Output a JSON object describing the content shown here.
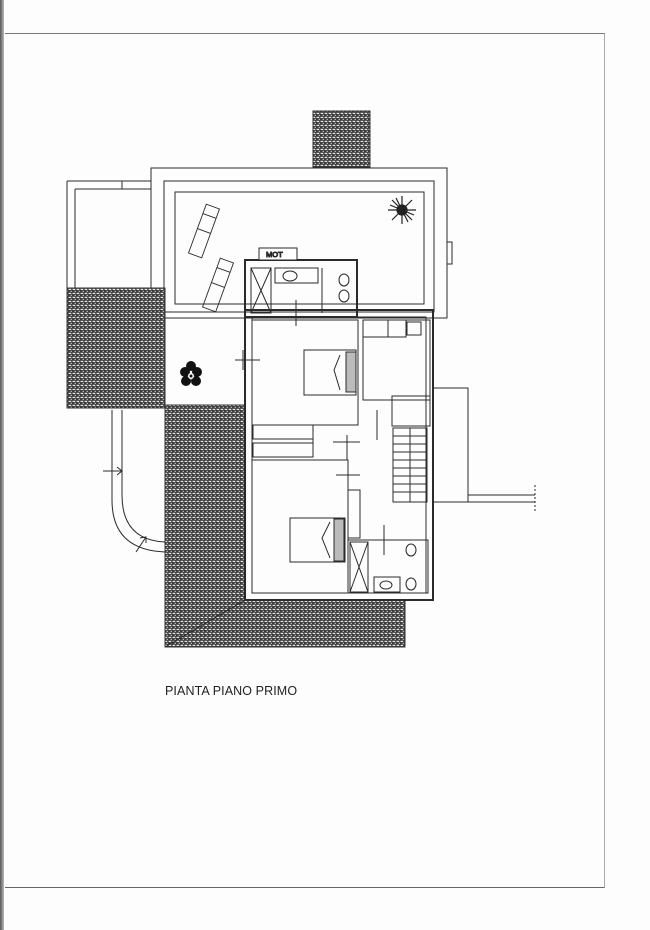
{
  "drawing": {
    "title": "PIANTA PIANO PRIMO",
    "labels": {
      "technical_room": "MOT"
    },
    "colors": {
      "line": "#2a2a2a",
      "hatch": "#3a3a3a",
      "paper": "#fdfdfd"
    },
    "rooms": [
      {
        "name": "terrace",
        "furniture": [
          "sun-lounger",
          "sun-lounger",
          "plant",
          "plant"
        ]
      },
      {
        "name": "bathroom-upper",
        "fixtures": [
          "shower",
          "sink",
          "bidet",
          "toilet"
        ]
      },
      {
        "name": "bedroom-1",
        "furniture": [
          "double-bed",
          "wardrobe"
        ]
      },
      {
        "name": "kitchenette",
        "fixtures": [
          "counter",
          "sink"
        ]
      },
      {
        "name": "stairs"
      },
      {
        "name": "hallway"
      },
      {
        "name": "bedroom-2",
        "furniture": [
          "double-bed"
        ]
      },
      {
        "name": "bathroom-lower",
        "fixtures": [
          "shower",
          "sink",
          "bidet",
          "toilet"
        ]
      }
    ]
  }
}
